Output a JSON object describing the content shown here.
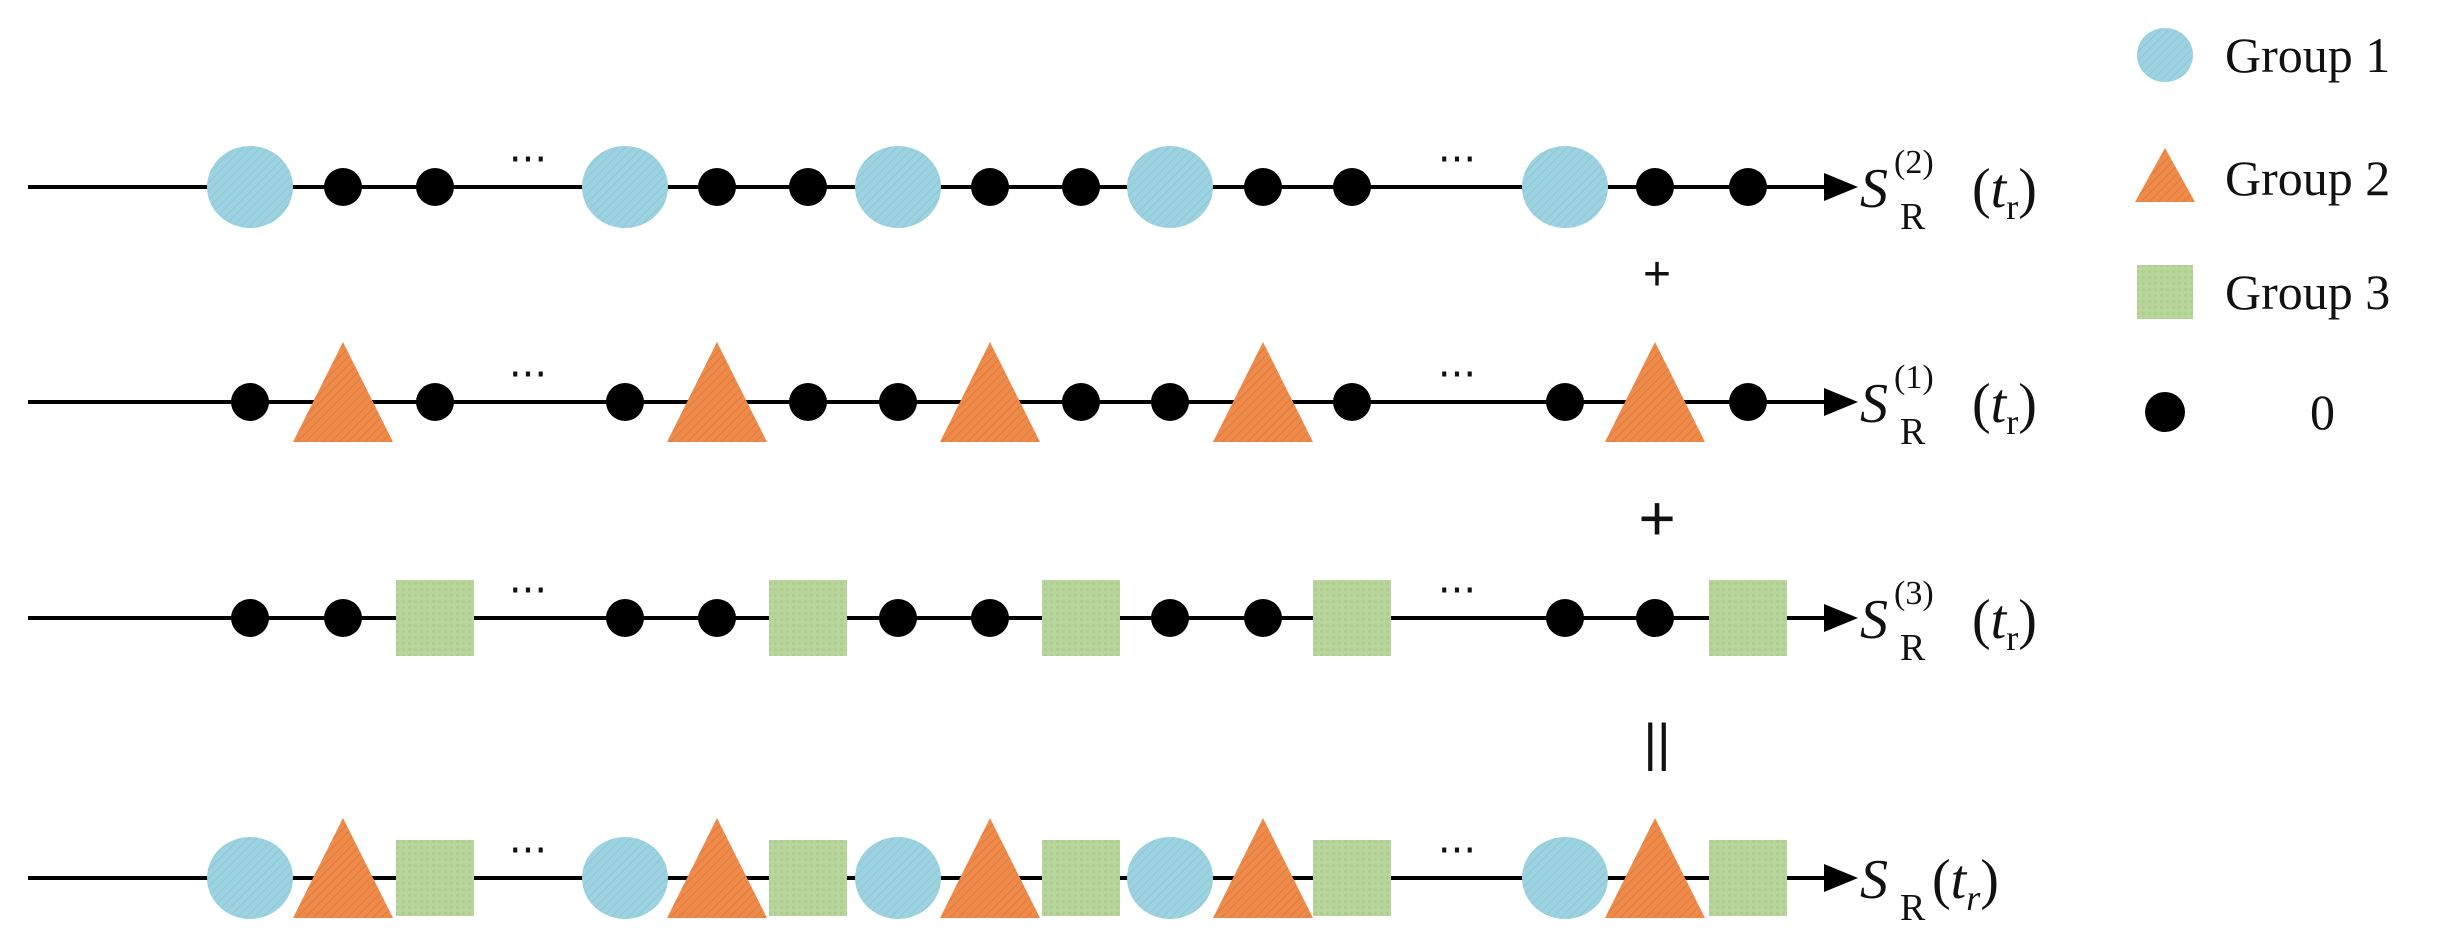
{
  "colors": {
    "group1": "#9dd3e1",
    "group2": "#ef8b4a",
    "group3": "#b8d69c",
    "zero": "#000000",
    "line": "#000000"
  },
  "legend": [
    {
      "shape": "circle",
      "label": "Group 1"
    },
    {
      "shape": "triangle",
      "label": "Group 2"
    },
    {
      "shape": "square",
      "label": "Group 3"
    },
    {
      "shape": "dot",
      "label": "0"
    }
  ],
  "rows": [
    {
      "label": {
        "main": "S",
        "sub": "R",
        "sup": "(2)",
        "arg": "t",
        "argsub": "r"
      },
      "sequence": [
        "circle",
        "dot",
        "dot",
        "ellipsis",
        "circle",
        "dot",
        "dot",
        "circle",
        "dot",
        "dot",
        "circle",
        "dot",
        "dot",
        "ellipsis",
        "circle",
        "dot",
        "dot"
      ]
    },
    {
      "label": {
        "main": "S",
        "sub": "R",
        "sup": "(1)",
        "arg": "t",
        "argsub": "r"
      },
      "sequence": [
        "dot",
        "triangle",
        "dot",
        "ellipsis",
        "dot",
        "triangle",
        "dot",
        "dot",
        "triangle",
        "dot",
        "dot",
        "triangle",
        "dot",
        "ellipsis",
        "dot",
        "triangle",
        "dot"
      ]
    },
    {
      "label": {
        "main": "S",
        "sub": "R",
        "sup": "(3)",
        "arg": "t",
        "argsub": "r"
      },
      "sequence": [
        "dot",
        "dot",
        "square",
        "ellipsis",
        "dot",
        "dot",
        "square",
        "dot",
        "dot",
        "square",
        "dot",
        "dot",
        "square",
        "ellipsis",
        "dot",
        "dot",
        "square"
      ]
    },
    {
      "label": {
        "main": "S",
        "sub": "R",
        "sup": "",
        "arg": "t",
        "argsub": "r"
      },
      "sequence": [
        "circle",
        "triangle",
        "square",
        "ellipsis",
        "circle",
        "triangle",
        "square",
        "circle",
        "triangle",
        "square",
        "circle",
        "triangle",
        "square",
        "ellipsis",
        "circle",
        "triangle",
        "square"
      ]
    }
  ],
  "operators": [
    "+",
    "+",
    "||"
  ],
  "ellipsis": "···"
}
